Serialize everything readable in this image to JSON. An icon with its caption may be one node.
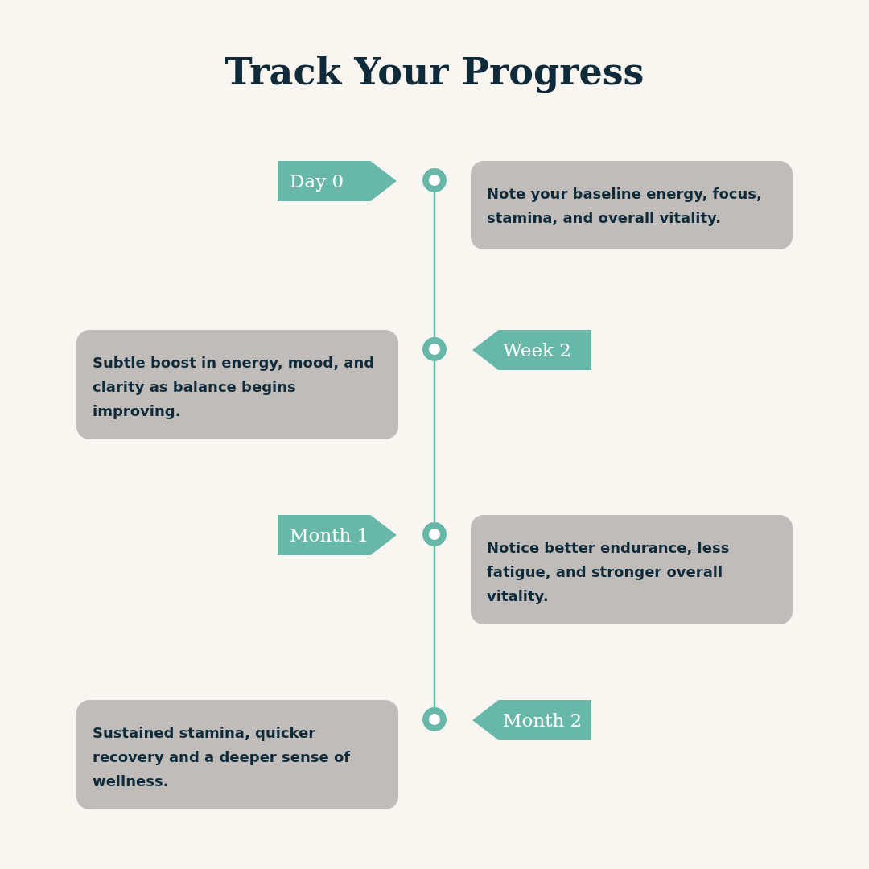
{
  "diagram": {
    "title": "Track Your Progress",
    "nodes": [
      {
        "text": [
          "Day 0"
        ]
      },
      {
        "text": [],
        "shape": "circle"
      },
      {
        "text": [
          "Note your baseline energy, focus, stamina, and overall vitality."
        ]
      },
      {
        "text": [
          "Subtle boost in energy, mood, and clarity as balance begins improving."
        ]
      },
      {
        "text": [],
        "shape": "circle"
      },
      {
        "text": [
          "Week 2"
        ]
      },
      {
        "text": [
          "Month 1"
        ]
      },
      {
        "text": [],
        "shape": "circle"
      },
      {
        "text": [
          "Notice better endurance, less fatigue, and stronger overall vitality."
        ]
      },
      {
        "text": [
          "Sustained stamina, quicker recovery and a deeper sense of wellness."
        ]
      },
      {
        "text": [],
        "shape": "circle"
      },
      {
        "text": [
          "Month 2"
        ]
      }
    ],
    "edges": [
      {
        "from": 1,
        "to": 4,
        "arrow": "none"
      },
      {
        "from": 4,
        "to": 7,
        "arrow": "none"
      },
      {
        "from": 7,
        "to": 10,
        "arrow": "none"
      }
    ]
  }
}
